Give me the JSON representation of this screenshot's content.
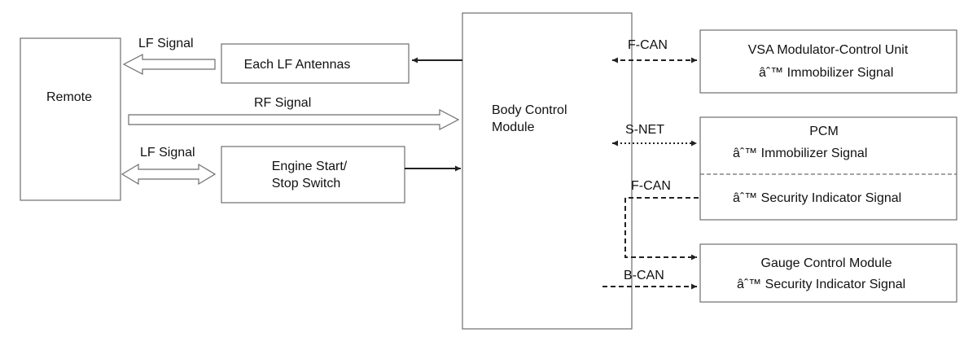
{
  "blocks": {
    "remote": "Remote",
    "lf_antennas": "Each LF Antennas",
    "engine_switch_line1": "Engine Start/",
    "engine_switch_line2": "Stop Switch",
    "bcm_line1": "Body Control",
    "bcm_line2": "Module",
    "vsa_title": "VSA Modulator-Control Unit",
    "vsa_signal": "âˆ™ Immobilizer Signal",
    "pcm_title": "PCM",
    "pcm_signal1": "âˆ™ Immobilizer Signal",
    "pcm_signal2": "âˆ™ Security Indicator Signal",
    "gauge_title": "Gauge Control Module",
    "gauge_signal": "âˆ™ Security Indicator Signal"
  },
  "links": {
    "lf_signal_top": "LF Signal",
    "rf_signal": "RF Signal",
    "lf_signal_bottom": "LF Signal",
    "fcan_vsa": "F-CAN",
    "snet": "S-NET",
    "fcan_pcm_gauge": "F-CAN",
    "bcan": "B-CAN"
  }
}
